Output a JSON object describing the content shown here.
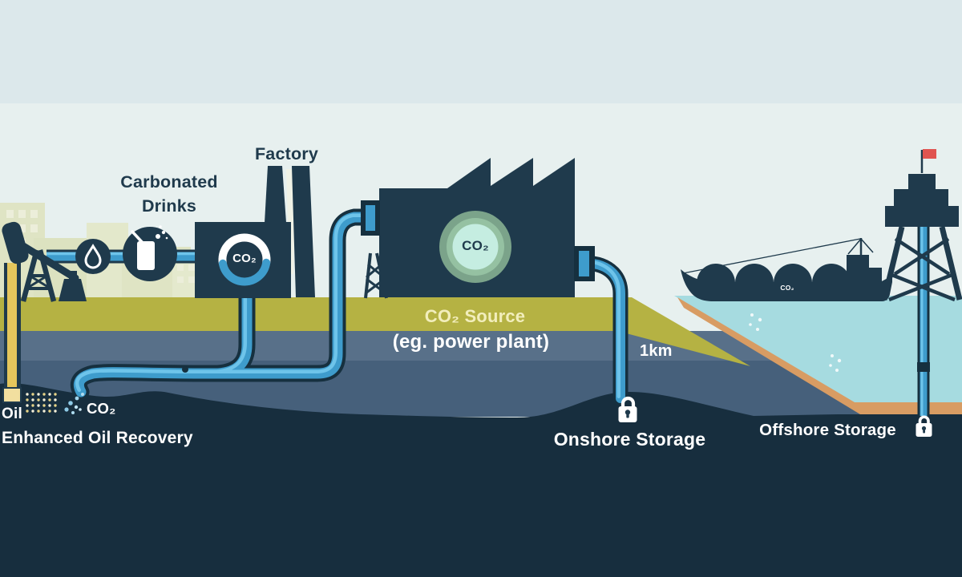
{
  "meta": {
    "title": "Carbon capture, utilisation and storage diagram"
  },
  "labels": {
    "factory": "Factory",
    "carbonated_drinks": "Carbonated Drinks",
    "co2_source": "CO₂ Source",
    "co2_source_sub": "(eg. power plant)",
    "depth": "1km",
    "onshore_storage": "Onshore Storage",
    "offshore_storage": "Offshore Storage",
    "oil": "Oil",
    "eor_co2": "CO₂",
    "enhanced_oil_recovery": "Enhanced Oil Recovery",
    "factory_logo": "CO₂",
    "plant_badge": "CO₂",
    "ship_tank": "CO₂"
  },
  "icons": [
    "oil-pumpjack-icon",
    "oil-droplet-icon",
    "carbonated-drink-icon",
    "factory-icon",
    "co2-recycle-ring-icon",
    "power-plant-icon",
    "co2-badge-icon",
    "pipeline",
    "co2-tanker-ship-icon",
    "offshore-platform-icon",
    "red-flag-icon",
    "padlock-icon"
  ],
  "colors": {
    "structure_navy": "#1f3a4c",
    "deep_ground": "#172e3e",
    "olive_band": "#b5b243",
    "gray_band_upper": "#587089",
    "gray_band_lower": "#46607b",
    "water": "#a6dbe0",
    "seabed_sand": "#d89c63",
    "pipe_outline": "#16303f",
    "pipe_blue": "#3e9ccc",
    "pipe_highlight": "#6ec4ea",
    "oil_pipe_yellow": "#e5c65c",
    "badge_green_outer": "#7ba38a",
    "badge_green_mid": "#95c1a2",
    "badge_green_inner": "#c5ede1",
    "flag_red": "#e05450",
    "sky_top": "#dce8eb",
    "sky_bottom": "#e7f0ef",
    "city_silhouette": "#dfe4c4"
  }
}
